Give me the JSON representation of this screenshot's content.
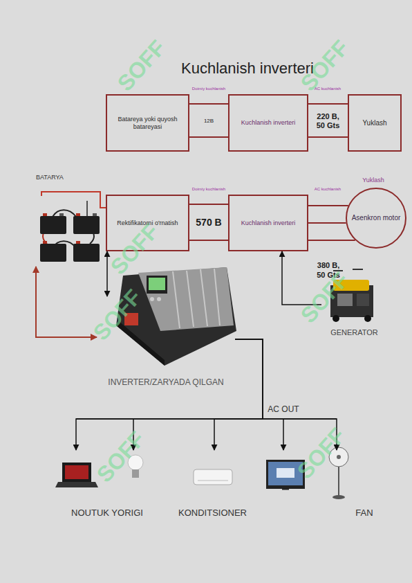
{
  "diagram": {
    "title": "Kuchlanish inverteri",
    "nodes": [
      {
        "text": [
          "Batareya yoki quyosh batareyasi"
        ]
      },
      {
        "text": [
          "Kuchlanish inverteri"
        ]
      },
      {
        "text": [
          "Yuklash"
        ]
      },
      {
        "text": [
          "BATARYA"
        ]
      },
      {
        "text": [
          "Rektifikatorni o'rnatish"
        ]
      },
      {
        "text": [
          "Kuchlanish inverteri"
        ]
      },
      {
        "text": [
          "Yuklash",
          "Asenkron motor"
        ]
      },
      {
        "text": [
          "INVERTER/ZARYADA QILGAN"
        ]
      },
      {
        "text": [
          "GENERATOR"
        ]
      },
      {
        "text": [
          "NOUTUK YORIGI"
        ]
      },
      {
        "text": [
          "KONDITSIONER"
        ]
      },
      {
        "text": [
          "FAN"
        ]
      }
    ],
    "edges": [
      {
        "from": 0,
        "to": 1,
        "arrow": "none",
        "label": "12B"
      },
      {
        "from": 1,
        "to": 2,
        "arrow": "none",
        "label": "220 B, 50 Gts"
      },
      {
        "from": 3,
        "to": 4,
        "arrow": "none"
      },
      {
        "from": 4,
        "to": 5,
        "arrow": "none",
        "label": "570 B"
      },
      {
        "from": 5,
        "to": 6,
        "arrow": "none",
        "label": "380 B, 50 Gts"
      },
      {
        "from": 3,
        "to": 7,
        "arrow": "both"
      },
      {
        "from": 7,
        "to": 4,
        "arrow": "both"
      },
      {
        "from": 8,
        "to": 5,
        "arrow": "to"
      },
      {
        "from": 7,
        "to": 9,
        "arrow": "to"
      },
      {
        "from": 7,
        "to": 10,
        "arrow": "to"
      },
      {
        "from": 7,
        "to": 11,
        "arrow": "to"
      }
    ],
    "labels": [
      "Doimiy kuchlanish",
      "AC kuchlanish",
      "Doimiy kuchlanish",
      "AC kuchlanish",
      "AC OUT",
      "SOFF",
      "SOFF",
      "SOFF",
      "SOFF",
      "SOFF",
      "SOFF",
      "SOFF"
    ]
  }
}
